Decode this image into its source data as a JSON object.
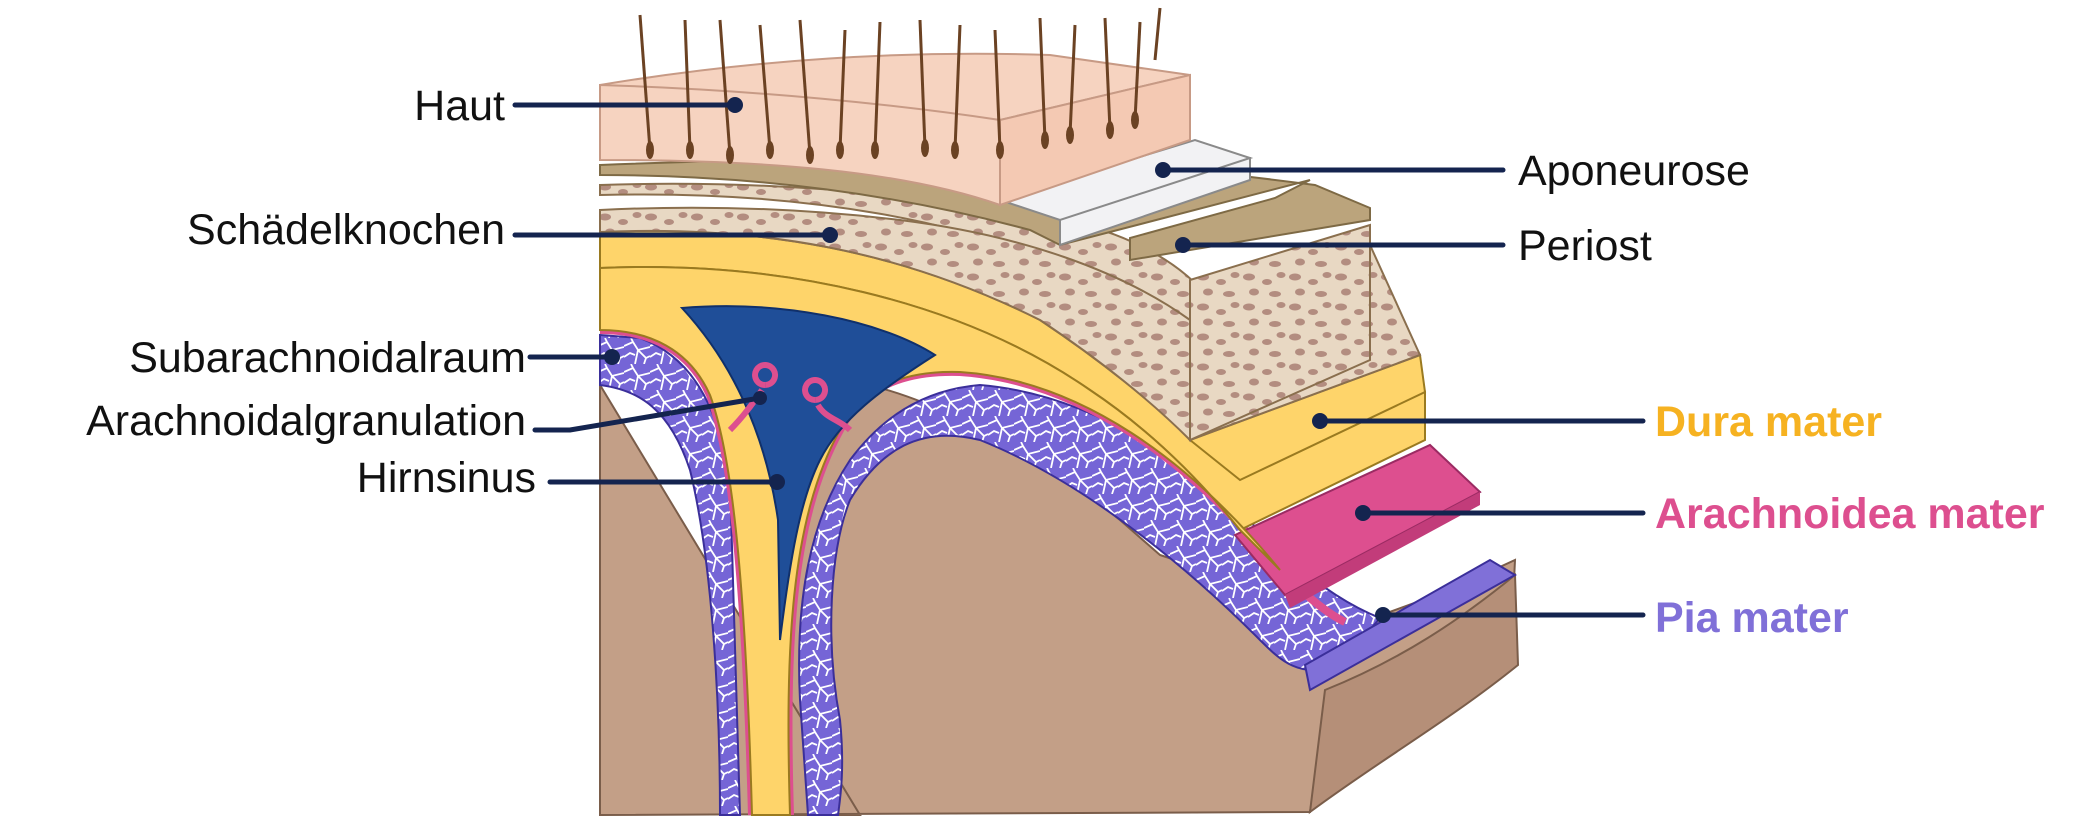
{
  "labels_left": {
    "haut": "Haut",
    "schaedelknochen": "Schädelknochen",
    "subarachnoidalraum": "Subarachnoidalraum",
    "arachnoidalgranulation": "Arachnoidalgranulation",
    "hirnsinus": "Hirnsinus"
  },
  "labels_right": {
    "aponeurose": "Aponeurose",
    "periost": "Periost",
    "dura_mater": "Dura mater",
    "arachnoidea_mater": "Arachnoidea mater",
    "pia_mater": "Pia mater"
  },
  "colors": {
    "dura_mater": "#f6b221",
    "arachnoidea_mater": "#dd4f8f",
    "pia_mater": "#8070d8",
    "leader_line": "#14244f",
    "skin": "#f6d3c0",
    "bone": "#e8d8c3",
    "periost": "#bba47c",
    "sinus": "#1f4e98",
    "brain": "#c39f87"
  }
}
